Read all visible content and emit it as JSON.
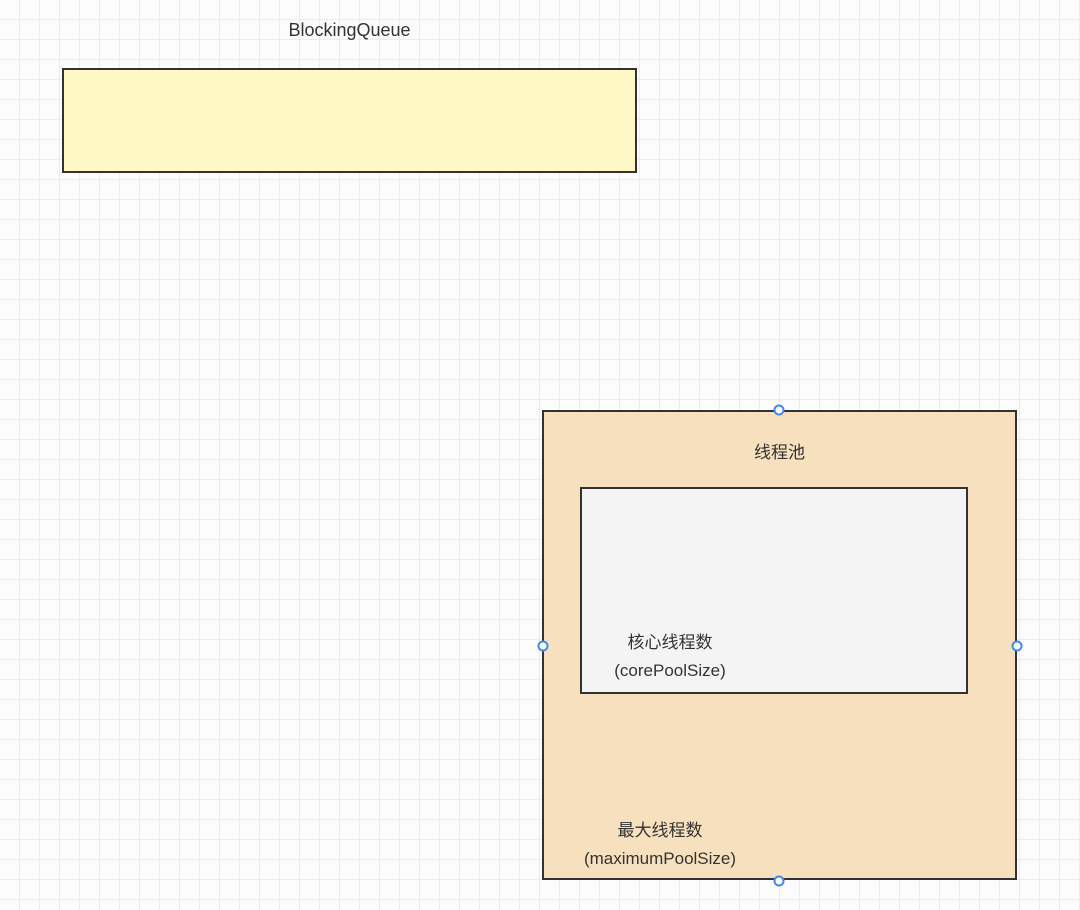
{
  "canvas": {
    "background": "#fcfcfc",
    "grid_line_color": "#ececec"
  },
  "shapes": {
    "blocking_queue": {
      "label": "BlockingQueue",
      "fill": "#FEF8C5",
      "border": "#323232"
    },
    "thread_pool": {
      "title": "线程池",
      "caption": [
        "最大线程数",
        "(maximumPoolSize)"
      ],
      "fill": "#F6E0BE",
      "border": "#323232"
    },
    "core_pool": {
      "caption": [
        "核心线程数",
        "(corePoolSize)"
      ],
      "fill": "#F4F4F4",
      "border": "#323232"
    }
  },
  "selection": {
    "handle_fill": "#FFFFFF",
    "handle_border": "#3D8AF5"
  }
}
